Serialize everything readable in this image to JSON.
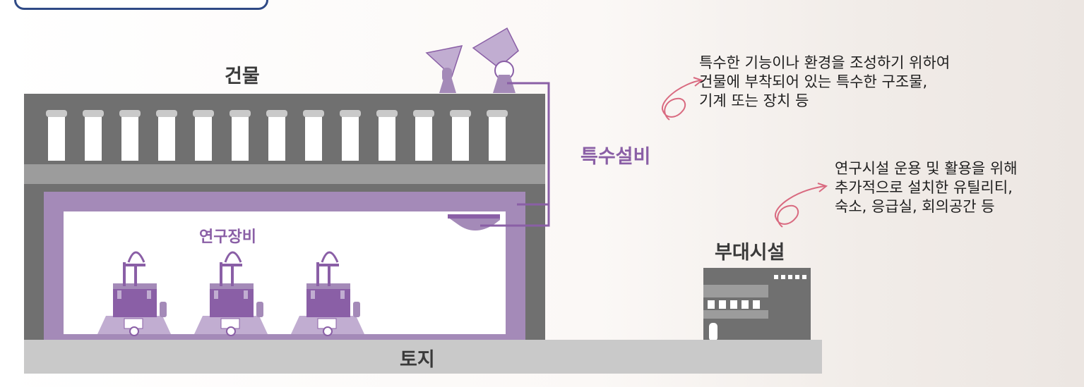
{
  "labels": {
    "building": "건물",
    "special_equipment": "특수설비",
    "research_equipment": "연구장비",
    "auxiliary_facility": "부대시설",
    "land": "토지"
  },
  "descriptions": {
    "special_equipment": "특수한 기능이나 환경을 조성하기 위하여\n건물에 부착되어 있는 특수한 구조물,\n기계 또는 장치 등",
    "auxiliary_facility": "연구시설 운용 및 활용을 위해\n추가적으로 설치한 유틸리티,\n숙소, 응급실, 회의공간 등"
  },
  "colors": {
    "frame_dark": "#707070",
    "frame_light": "#9c9c9c",
    "ground": "#c9c9c9",
    "column": "#ffffff",
    "purple_band": "#a48ab8",
    "purple_dark": "#8a5fa6",
    "purple_light": "#c1add1",
    "arrow_pink": "#d96a80",
    "tab_border": "#2f4a86"
  },
  "icons": {
    "satellite": "satellite-dish-icon",
    "equipment": "lab-machine-icon",
    "arrow": "curved-arrow-icon"
  }
}
